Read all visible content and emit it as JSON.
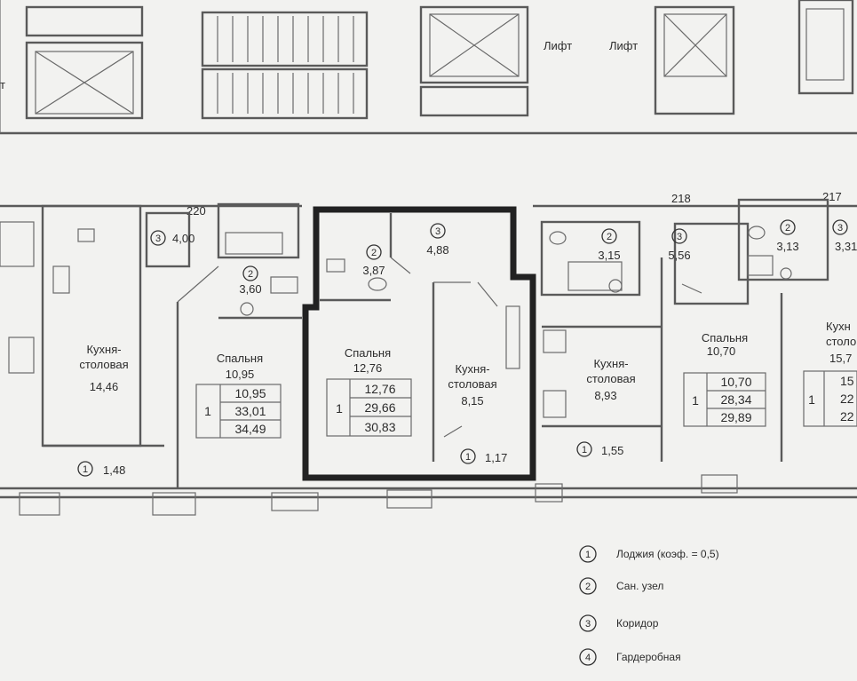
{
  "elevator_labels": [
    "Лифт",
    "Лифт"
  ],
  "edge_fragment": "т",
  "apartment_numbers": [
    "220",
    "218",
    "217"
  ],
  "units": [
    {
      "id": "left",
      "rooms": [
        {
          "label": "Кухня-\nстоловая",
          "area": "14,46"
        },
        {
          "code": "3",
          "area": "4,00"
        },
        {
          "code": "1",
          "area": "1,48"
        }
      ]
    },
    {
      "id": "second",
      "rooms": [
        {
          "label": "Спальня",
          "area": "10,95"
        },
        {
          "code": "2",
          "area": "3,60"
        }
      ],
      "summary": {
        "rooms": "1",
        "values": [
          "10,95",
          "33,01",
          "34,49"
        ]
      }
    },
    {
      "id": "highlighted",
      "rooms": [
        {
          "label": "Спальня",
          "area": "12,76"
        },
        {
          "code": "2",
          "area": "3,87"
        },
        {
          "code": "3",
          "area": "4,88"
        },
        {
          "label": "Кухня-\nстоловая",
          "area": "8,15"
        },
        {
          "code": "1",
          "area": "1,17"
        }
      ],
      "summary": {
        "rooms": "1",
        "values": [
          "12,76",
          "29,66",
          "30,83"
        ]
      }
    },
    {
      "id": "fourth",
      "rooms": [
        {
          "code": "2",
          "area": "3,15"
        },
        {
          "code": "3",
          "area": "5,56"
        },
        {
          "label": "Кухня-\nстоловая",
          "area": "8,93"
        },
        {
          "code": "1",
          "area": "1,55"
        },
        {
          "label": "Спальня",
          "area": "10,70"
        }
      ],
      "summary": {
        "rooms": "1",
        "values": [
          "10,70",
          "28,34",
          "29,89"
        ]
      }
    },
    {
      "id": "right",
      "rooms": [
        {
          "code": "2",
          "area": "3,13"
        },
        {
          "code": "3",
          "area": "3,31"
        },
        {
          "label": "Кухн\nстоло",
          "area": "15,7"
        }
      ],
      "summary": {
        "rooms": "1",
        "values": [
          "15",
          "22",
          "22"
        ]
      }
    }
  ],
  "legend": [
    {
      "code": "1",
      "text": "Лоджия (коэф. = 0,5)"
    },
    {
      "code": "2",
      "text": "Сан. узел"
    },
    {
      "code": "3",
      "text": "Коридор"
    },
    {
      "code": "4",
      "text": "Гардеробная"
    }
  ]
}
